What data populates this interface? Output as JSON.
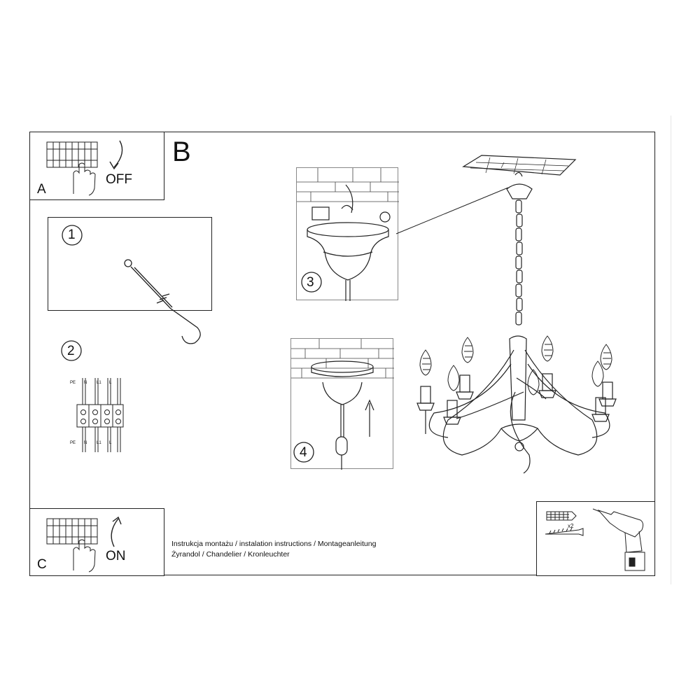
{
  "panels": {
    "a": {
      "letter": "A",
      "text": "OFF"
    },
    "b": {
      "letter": "B"
    },
    "c": {
      "letter": "C",
      "text": "ON"
    }
  },
  "steps": {
    "s1": "1",
    "s2": "2",
    "s3": "3",
    "s4": "4"
  },
  "wiring": {
    "top_labels": [
      "PE",
      "N",
      "L1",
      "L"
    ],
    "bottom_labels": [
      "PE",
      "N",
      "L1",
      "L"
    ]
  },
  "kit": {
    "quantity": "x2"
  },
  "captions": {
    "line1": "Instrukcja montażu / instalation instructions / Montageanleitung",
    "line2": "Żyrandol / Chandelier / Kronleuchter"
  }
}
